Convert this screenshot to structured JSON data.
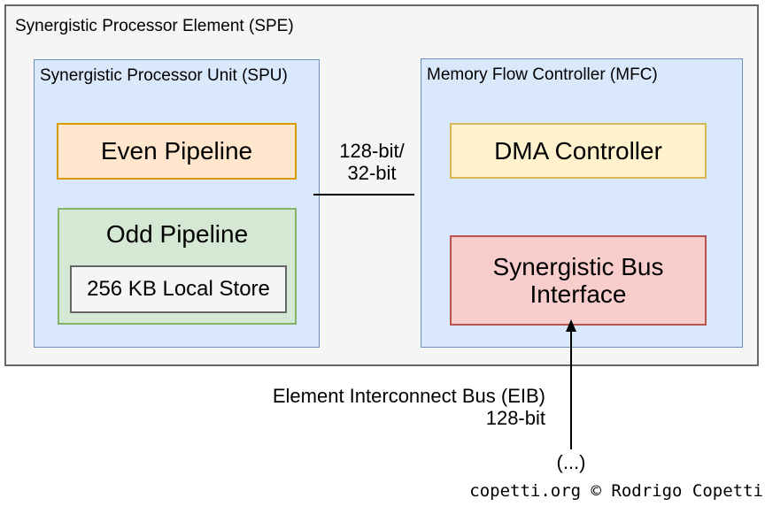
{
  "spe": {
    "title": "Synergistic Processor Element (SPE)",
    "spu": {
      "title": "Synergistic Processor Unit (SPU)",
      "even_pipeline_label": "Even Pipeline",
      "odd_pipeline_label": "Odd Pipeline",
      "local_store_label": "256 KB Local Store"
    },
    "mfc": {
      "title": "Memory Flow Controller (MFC)",
      "dma_label": "DMA Controller",
      "bus_interface_label": "Synergistic Bus Interface"
    }
  },
  "connector": {
    "width_label_line1": "128-bit/",
    "width_label_line2": "32-bit"
  },
  "eib": {
    "label_line1": "Element Interconnect Bus (EIB)",
    "label_line2": "128-bit",
    "continuation": "(...)"
  },
  "credit": {
    "text": "copetti.org © Rodrigo Copetti"
  },
  "colors": {
    "spe_fill": "#f5f5f5",
    "spe_border": "#666666",
    "unit_fill": "#dae8fc",
    "unit_border": "#6c8ebf",
    "even_fill": "#ffe6cc",
    "even_border": "#d79b00",
    "odd_fill": "#d5e8d4",
    "odd_border": "#82b366",
    "store_fill": "#f5f5f5",
    "store_border": "#666666",
    "dma_fill": "#fff2cc",
    "dma_border": "#d6b656",
    "sbi_fill": "#f8cecc",
    "sbi_border": "#b85450",
    "line": "#000000"
  }
}
